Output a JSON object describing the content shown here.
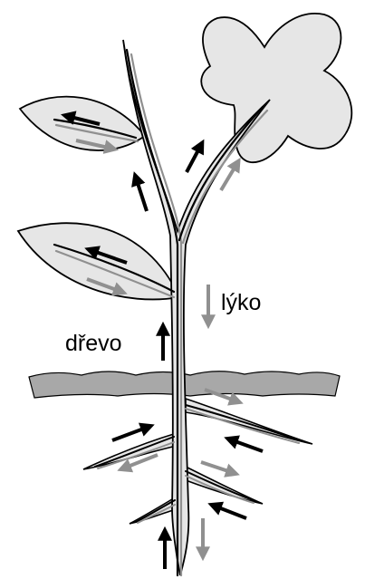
{
  "labels": {
    "phloem": "lýko",
    "xylem": "dřevo"
  },
  "colors": {
    "background": "#ffffff",
    "plant_fill": "#e6e6e6",
    "soil_fill": "#a8a8a8",
    "outline": "#000000",
    "xylem_line": "#000000",
    "phloem_line": "#909090"
  },
  "flows": {
    "xylem_direction": "up",
    "phloem_direction": "down"
  }
}
